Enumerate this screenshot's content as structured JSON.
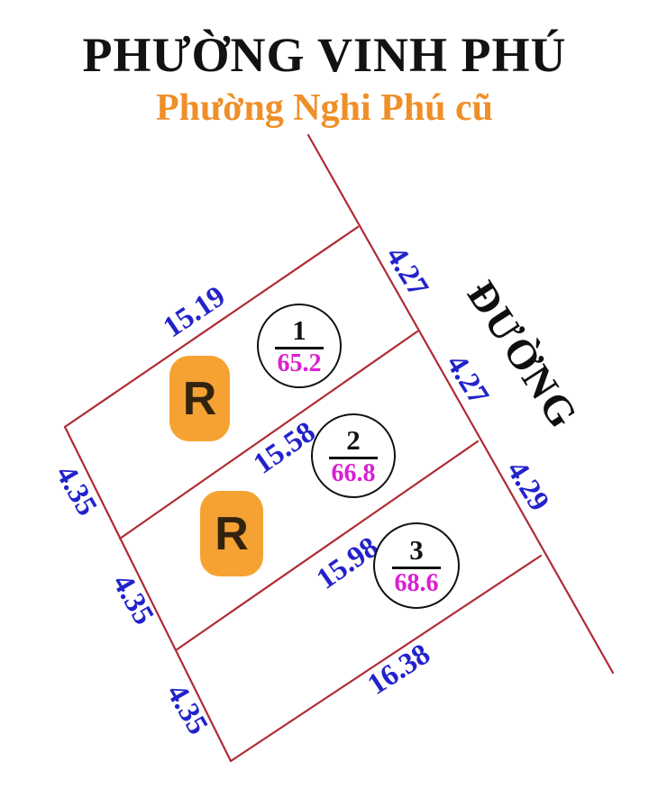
{
  "header": {
    "title": "PHƯỜNG VINH PHÚ",
    "subtitle": "Phường Nghi Phú cũ"
  },
  "road": {
    "name": "ĐƯỜNG"
  },
  "parcels": [
    {
      "number": "1",
      "area": "65.2"
    },
    {
      "number": "2",
      "area": "66.8"
    },
    {
      "number": "3",
      "area": "68.6"
    }
  ],
  "dimensions": {
    "top_edge": "15.19",
    "road_segments": [
      "4.27",
      "4.27",
      "4.29"
    ],
    "left_segments": [
      "4.35",
      "4.35",
      "4.35"
    ],
    "divider_1": "15.58",
    "divider_2": "15.98",
    "bottom_edge": "16.38"
  },
  "markers": [
    {
      "label": "R"
    },
    {
      "label": "R"
    }
  ],
  "colors": {
    "boundary_line": "#b02b35",
    "dimension_text": "#2222cc",
    "area_text": "#da1fd2",
    "subtitle_orange": "#ef8f28",
    "marker_orange": "#f5a233",
    "title_black": "#121212"
  }
}
